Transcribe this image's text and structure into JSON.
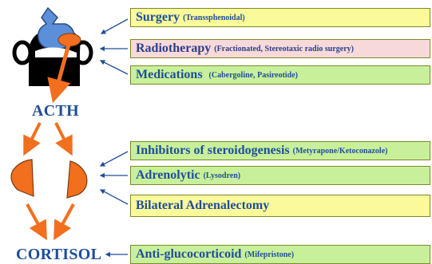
{
  "labels": {
    "acth": "ACTH",
    "cortisol": "CORTISOL"
  },
  "treatments": [
    {
      "main": "Surgery",
      "detail": "(Transsphenoidal)",
      "color": "#fafa9a"
    },
    {
      "main": "Radiotherapy",
      "detail": "(Fractionated, Stereotaxic radio surgery)",
      "color": "#f7d9d9"
    },
    {
      "main": "Medications",
      "detail": "(Cabergoline, Pasireotide)",
      "color": "#c8f09a"
    },
    {
      "main": "Inhibitors of steroidogenesis",
      "detail": "(Metyrapone/Ketoconazole)",
      "color": "#c8f09a"
    },
    {
      "main": "Adrenolytic",
      "detail": "(Lysodren)",
      "color": "#c8f09a"
    },
    {
      "main": "Bilateral Adrenalectomy",
      "detail": "",
      "color": "#fafa9a"
    },
    {
      "main": "Anti-glucocorticoid",
      "detail": "(Mifepristone)",
      "color": "#c8f09a"
    }
  ],
  "colors": {
    "pituitary": "#5b8fd8",
    "tumor": "#f26f1e",
    "arrow": "#f26f1e",
    "pointer": "#1f4e9a"
  }
}
